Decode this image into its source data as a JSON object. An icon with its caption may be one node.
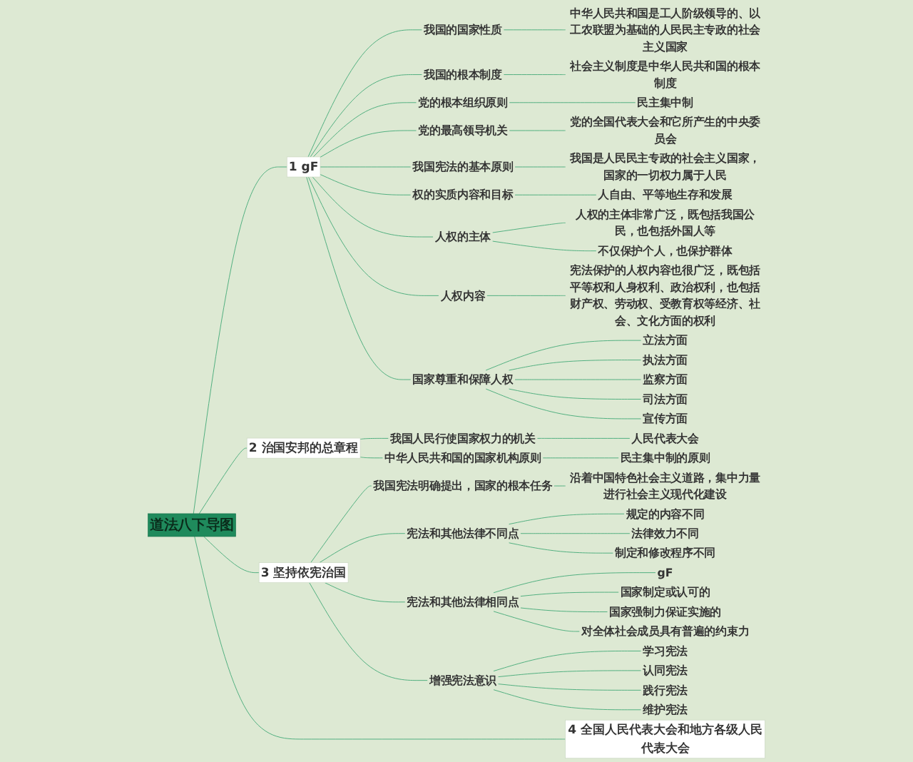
{
  "diagram": {
    "nodes": [
      {
        "text": [
          "道法八下导图"
        ]
      },
      {
        "text": [
          "1 gF"
        ]
      },
      {
        "text": [
          "我国的国家性质"
        ]
      },
      {
        "text": [
          "中华人民共和国是工人阶级领导的、以工农联盟为基础的人民民主专政的社会主义国家"
        ]
      },
      {
        "text": [
          "我国的根本制度"
        ]
      },
      {
        "text": [
          "社会主义制度是中华人民共和国的根本制度"
        ]
      },
      {
        "text": [
          "党的根本组织原则"
        ]
      },
      {
        "text": [
          "民主集中制"
        ]
      },
      {
        "text": [
          "党的最高领导机关"
        ]
      },
      {
        "text": [
          "党的全国代表大会和它所产生的中央委员会"
        ]
      },
      {
        "text": [
          "我国宪法的基本原则"
        ]
      },
      {
        "text": [
          "我国是人民民主专政的社会主义国家，国家的一切权力属于人民"
        ]
      },
      {
        "text": [
          "权的实质内容和目标"
        ]
      },
      {
        "text": [
          "人自由、平等地生存和发展"
        ]
      },
      {
        "text": [
          "人权的主体"
        ]
      },
      {
        "text": [
          "人权的主体非常广泛，既包括我国公民，也包括外国人等"
        ]
      },
      {
        "text": [
          "不仅保护个人，也保护群体"
        ]
      },
      {
        "text": [
          "人权内容"
        ]
      },
      {
        "text": [
          "宪法保护的人权内容也很广泛，既包括平等权和人身权利、政治权利，也包括财产权、劳动权、受教育权等经济、社会、文化方面的权利"
        ]
      },
      {
        "text": [
          "国家尊重和保障人权"
        ]
      },
      {
        "text": [
          "立法方面"
        ]
      },
      {
        "text": [
          "执法方面"
        ]
      },
      {
        "text": [
          "监察方面"
        ]
      },
      {
        "text": [
          "司法方面"
        ]
      },
      {
        "text": [
          "宣传方面"
        ]
      },
      {
        "text": [
          "2 治国安邦的总章程"
        ]
      },
      {
        "text": [
          "我国人民行使国家权力的机关"
        ]
      },
      {
        "text": [
          "人民代表大会"
        ]
      },
      {
        "text": [
          "中华人民共和国的国家机构原则"
        ]
      },
      {
        "text": [
          "民主集中制的原则"
        ]
      },
      {
        "text": [
          "3 坚持依宪治国"
        ]
      },
      {
        "text": [
          "我国宪法明确提出，国家的根本任务"
        ]
      },
      {
        "text": [
          "沿着中国特色社会主义道路，集中力量进行社会主义现代化建设"
        ]
      },
      {
        "text": [
          "宪法和其他法律不同点"
        ]
      },
      {
        "text": [
          "规定的内容不同"
        ]
      },
      {
        "text": [
          "法律效力不同"
        ]
      },
      {
        "text": [
          "制定和修改程序不同"
        ]
      },
      {
        "text": [
          "宪法和其他法律相同点"
        ]
      },
      {
        "text": [
          "gF"
        ]
      },
      {
        "text": [
          "国家制定或认可的"
        ]
      },
      {
        "text": [
          "国家强制力保证实施的"
        ]
      },
      {
        "text": [
          "对全体社会成员具有普遍的约束力"
        ]
      },
      {
        "text": [
          "增强宪法意识"
        ]
      },
      {
        "text": [
          "学习宪法"
        ]
      },
      {
        "text": [
          "认同宪法"
        ]
      },
      {
        "text": [
          "践行宪法"
        ]
      },
      {
        "text": [
          "维护宪法"
        ]
      },
      {
        "text": [
          "4 全国人民代表大会和地方各级人民代表大会"
        ]
      }
    ],
    "edges": [
      {
        "from": 0,
        "to": 1,
        "arrow": "none"
      },
      {
        "from": 1,
        "to": 2,
        "arrow": "none"
      },
      {
        "from": 2,
        "to": 3,
        "arrow": "none"
      },
      {
        "from": 1,
        "to": 4,
        "arrow": "none"
      },
      {
        "from": 4,
        "to": 5,
        "arrow": "none"
      },
      {
        "from": 1,
        "to": 6,
        "arrow": "none"
      },
      {
        "from": 6,
        "to": 7,
        "arrow": "none"
      },
      {
        "from": 1,
        "to": 8,
        "arrow": "none"
      },
      {
        "from": 8,
        "to": 9,
        "arrow": "none"
      },
      {
        "from": 1,
        "to": 10,
        "arrow": "none"
      },
      {
        "from": 10,
        "to": 11,
        "arrow": "none"
      },
      {
        "from": 1,
        "to": 12,
        "arrow": "none"
      },
      {
        "from": 12,
        "to": 13,
        "arrow": "none"
      },
      {
        "from": 1,
        "to": 14,
        "arrow": "none"
      },
      {
        "from": 14,
        "to": 15,
        "arrow": "none"
      },
      {
        "from": 14,
        "to": 16,
        "arrow": "none"
      },
      {
        "from": 1,
        "to": 17,
        "arrow": "none"
      },
      {
        "from": 17,
        "to": 18,
        "arrow": "none"
      },
      {
        "from": 1,
        "to": 19,
        "arrow": "none"
      },
      {
        "from": 19,
        "to": 20,
        "arrow": "none"
      },
      {
        "from": 19,
        "to": 21,
        "arrow": "none"
      },
      {
        "from": 19,
        "to": 22,
        "arrow": "none"
      },
      {
        "from": 19,
        "to": 23,
        "arrow": "none"
      },
      {
        "from": 19,
        "to": 24,
        "arrow": "none"
      },
      {
        "from": 0,
        "to": 25,
        "arrow": "none"
      },
      {
        "from": 25,
        "to": 26,
        "arrow": "none"
      },
      {
        "from": 26,
        "to": 27,
        "arrow": "none"
      },
      {
        "from": 25,
        "to": 28,
        "arrow": "none"
      },
      {
        "from": 28,
        "to": 29,
        "arrow": "none"
      },
      {
        "from": 0,
        "to": 30,
        "arrow": "none"
      },
      {
        "from": 30,
        "to": 31,
        "arrow": "none"
      },
      {
        "from": 31,
        "to": 32,
        "arrow": "none"
      },
      {
        "from": 30,
        "to": 33,
        "arrow": "none"
      },
      {
        "from": 33,
        "to": 34,
        "arrow": "none"
      },
      {
        "from": 33,
        "to": 35,
        "arrow": "none"
      },
      {
        "from": 33,
        "to": 36,
        "arrow": "none"
      },
      {
        "from": 30,
        "to": 37,
        "arrow": "none"
      },
      {
        "from": 37,
        "to": 38,
        "arrow": "none"
      },
      {
        "from": 37,
        "to": 39,
        "arrow": "none"
      },
      {
        "from": 37,
        "to": 40,
        "arrow": "none"
      },
      {
        "from": 37,
        "to": 41,
        "arrow": "none"
      },
      {
        "from": 30,
        "to": 42,
        "arrow": "none"
      },
      {
        "from": 42,
        "to": 43,
        "arrow": "none"
      },
      {
        "from": 42,
        "to": 44,
        "arrow": "none"
      },
      {
        "from": 42,
        "to": 45,
        "arrow": "none"
      },
      {
        "from": 42,
        "to": 46,
        "arrow": "none"
      },
      {
        "from": 0,
        "to": 47,
        "arrow": "none"
      }
    ]
  }
}
